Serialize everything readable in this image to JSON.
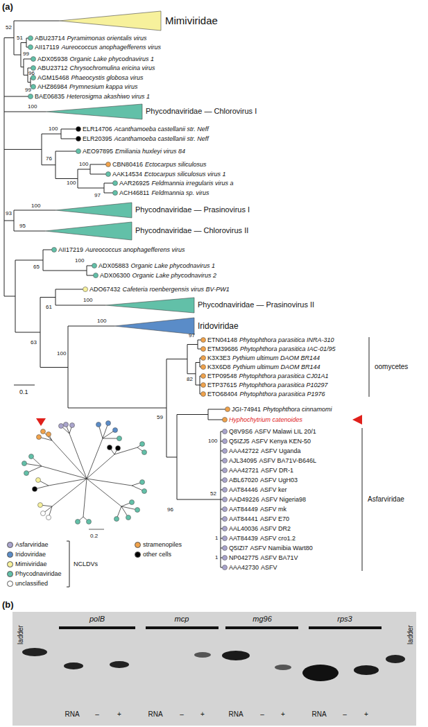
{
  "diagram": {
    "labels": [
      "(a)",
      "52",
      "Mimiviridae",
      "51",
      "ABU23714",
      "Pyramimonas orientalis virus",
      "AII17119",
      "Aureococcus anophagefferens virus",
      "99",
      "ADX05938",
      "Organic Lake phycodnavirus 1",
      "ABU23712",
      "Chrysochromulina ericina virus",
      "96",
      "AGM15468",
      "Phaeocystis globosa virus",
      "AHZ86984",
      "Prymnesium kappa virus",
      "99",
      "BAE06835",
      "Heterosigma akashiwo virus 1",
      "100",
      "Phycodnaviridae — Chlorovirus I",
      "ELR14706",
      "Acanthamoeba castellanii str. Neff",
      "100",
      "ELR20395",
      "Acanthamoeba castellanii str. Neff",
      "AEO97895",
      "Emiliania huxleyi virus 84",
      "76",
      "100",
      "CBN80416",
      "Ectocarpus siliculosus",
      "AAK14534",
      "Ectocarpus siliculosus virus 1",
      "100",
      "AAR26925",
      "Feldmannia irregularis virus a",
      "97",
      "ACH46811",
      "Feldmannia sp. virus",
      "100",
      "Phycodnaviridae — Prasinovirus I",
      "93",
      "95",
      "Phycodnaviridae — Chlorovirus II",
      "AII17219",
      "Aureococcus anophagefferens virus",
      "65",
      "100",
      "ADX05883",
      "Organic Lake phycodnavirus 1",
      "ADX06300",
      "Organic Lake phycodnavirus 2",
      "61",
      "ADO67432",
      "Cafeteria roenbergensis virus BV-PW1",
      "100",
      "Phycodnaviridae — Prasinovirus II",
      "63",
      "100",
      "100",
      "Iridoviridae",
      "0.1",
      "97",
      "ETN04148",
      "Phytophthora parasitica INRA-310",
      "ETM39686",
      "Phytophthora parasitica IAC-01/95",
      "K3X3E3",
      "Pythium ultimum DAOM BR144",
      "K3X6D8",
      "Pythium ultimum DAOM BR144",
      "82",
      "ETP09548",
      "Phytophthora parasitica CJ01A1",
      "ETP37615",
      "Phytophthora parasitica P10297",
      "ETO68404",
      "Phytophthora parasitica P1976",
      "oomycetes",
      "59",
      "JGI-74941",
      "Phytophthora cinnamomi",
      "Hyphochytrium catenoides",
      "96",
      "Q8V9S6",
      "ASFV Malawi LIL 20/1",
      "Q5IZJ5",
      "ASFV Kenya KEN-50",
      "100",
      "AAA42722",
      "ASFV Uganda",
      "AJL34095",
      "ASFV BA71V-B646L",
      "AAA42721",
      "ASFV DR-1",
      "ABL67020",
      "ASFV UgH03",
      "AAT84446",
      "ASFV ker",
      "52",
      "AAD49226",
      "ASFV Nigeria98",
      "AAT84449",
      "ASFV mk",
      "AAT84441",
      "ASFV E70",
      "AAL40036",
      "ASFV DR2",
      "1",
      "AAT84439",
      "ASFV cro1.2",
      "Q5IZI7",
      "ASFV Namibia Wart80",
      "1",
      "NP042775",
      "ASFV BA71V",
      "AAA42730",
      "ASFV",
      "Asfarviridae",
      "0.2",
      "NCLDVs",
      "(b)",
      "ladder",
      "polB",
      "mcp",
      "mg96",
      "rps3",
      "RNA",
      "–",
      "+",
      "RNA",
      "–",
      "+",
      "RNA",
      "–",
      "+",
      "RNA",
      "–",
      "+",
      "ladder"
    ],
    "legend": [
      {
        "text": "Asfarviridae",
        "color": "#a9a4cc"
      },
      {
        "text": "Iridoviridae",
        "color": "#5a8cc8"
      },
      {
        "text": "Mimiviridae",
        "color": "#f7f19c"
      },
      {
        "text": "Phycodnaviridae",
        "color": "#62c0a8"
      },
      {
        "text": "unclassified",
        "color": "#ffffff"
      },
      {
        "text": "stramenopiles",
        "color": "#f0a24a"
      },
      {
        "text": "other cells",
        "color": "#000000"
      }
    ]
  }
}
